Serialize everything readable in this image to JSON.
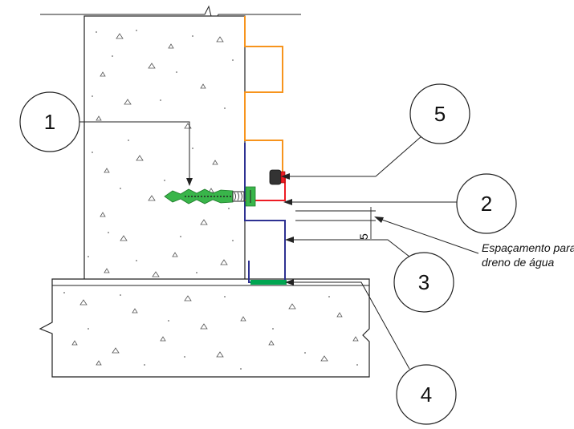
{
  "callouts": {
    "c1": "1",
    "c2": "2",
    "c3": "3",
    "c4": "4",
    "c5": "5"
  },
  "annotation": {
    "line1": "Espaçamento para",
    "line2": "dreno de água"
  },
  "dimension": "5",
  "colors": {
    "outline": "#222222",
    "orange_profile": "#f7941d",
    "blue_profile": "#2e3192",
    "red_profile": "#ed1c24",
    "anchor_green": "#39b54a",
    "sealant_green": "#00a651",
    "screw_head": "#333333"
  }
}
